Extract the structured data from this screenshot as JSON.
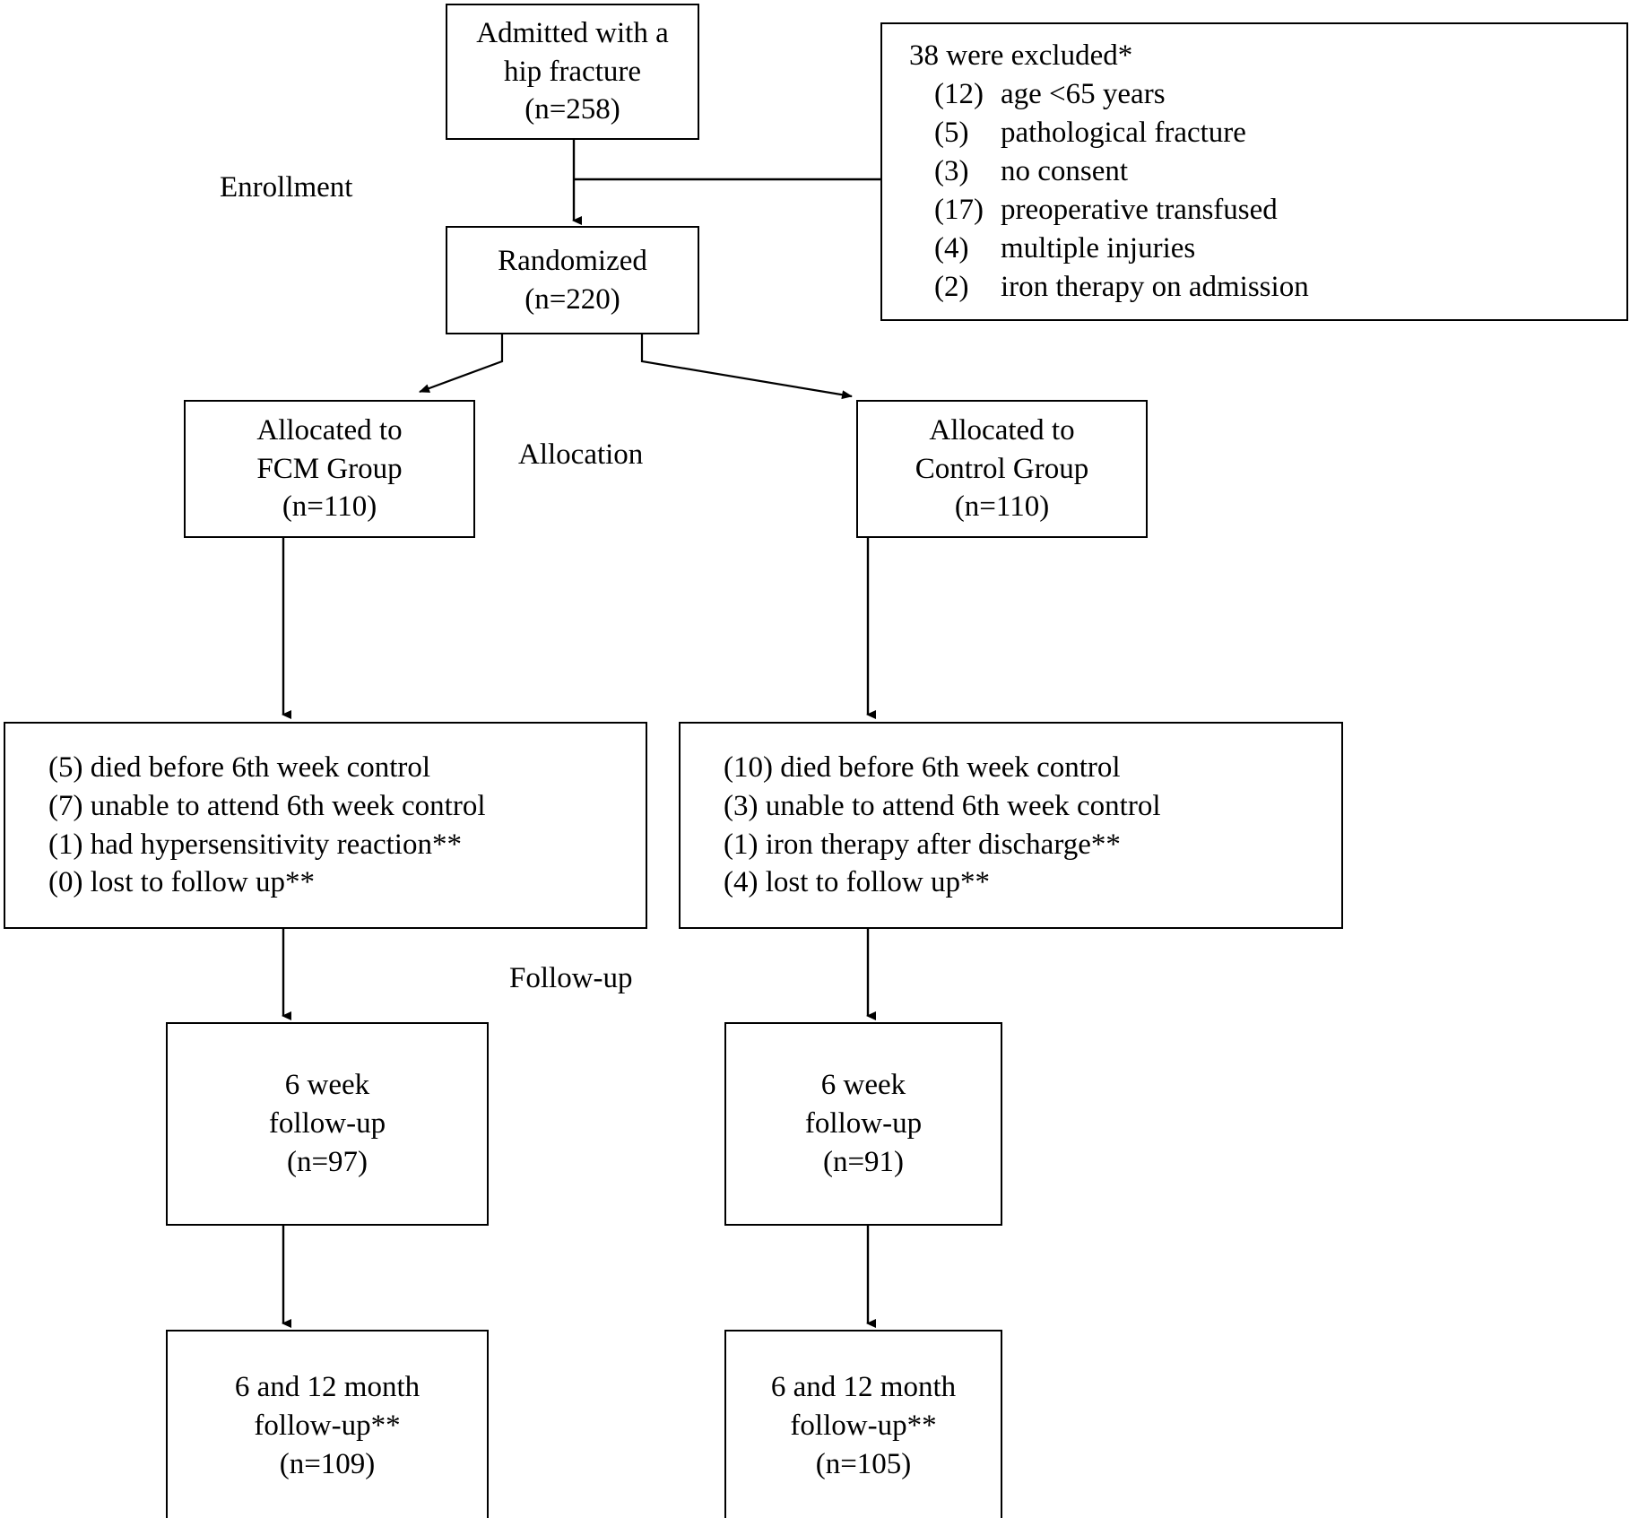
{
  "diagram": {
    "title": "CONSORT participant flow diagram",
    "stage_labels": [
      {
        "name": "enrollment",
        "text": "Enrollment"
      },
      {
        "name": "allocation",
        "text": "Allocation"
      },
      {
        "name": "followup",
        "text": "Follow-up"
      }
    ],
    "nodes": {
      "admitted": {
        "lines": [
          "Admitted with a",
          "hip fracture",
          "(n=258)"
        ]
      },
      "excluded": {
        "heading": "38 were excluded*",
        "items": [
          {
            "count": "(12)",
            "reason": "age <65 years"
          },
          {
            "count": "(5)",
            "reason": "pathological fracture"
          },
          {
            "count": "(3)",
            "reason": "no consent"
          },
          {
            "count": "(17)",
            "reason": "preoperative transfused"
          },
          {
            "count": "(4)",
            "reason": "multiple injuries"
          },
          {
            "count": "(2)",
            "reason": "iron therapy on admission"
          }
        ]
      },
      "randomized": {
        "lines": [
          "Randomized",
          "(n=220)"
        ]
      },
      "alloc_fcm": {
        "lines": [
          "Allocated to",
          "FCM Group",
          "(n=110)"
        ]
      },
      "alloc_control": {
        "lines": [
          "Allocated to",
          "Control Group",
          "(n=110)"
        ]
      },
      "loss_fcm": {
        "lines": [
          "(5) died before 6th week control",
          "(7) unable to attend 6th week control",
          "(1) had hypersensitivity reaction**",
          "(0) lost to follow up**"
        ]
      },
      "loss_control": {
        "lines": [
          "(10) died before 6th week control",
          "(3) unable to attend 6th week control",
          "(1) iron therapy after discharge**",
          "(4) lost to follow up**"
        ]
      },
      "fu6w_fcm": {
        "lines": [
          "6 week",
          "follow-up",
          "(n=97)"
        ]
      },
      "fu6w_control": {
        "lines": [
          "6 week",
          "follow-up",
          "(n=91)"
        ]
      },
      "fu612m_fcm": {
        "lines": [
          "6 and 12 month",
          "follow-up**",
          "(n=109)"
        ]
      },
      "fu612m_control": {
        "lines": [
          "6 and 12 month",
          "follow-up**",
          "(n=105)"
        ]
      }
    },
    "colors": {
      "stroke": "#000000",
      "background": "#ffffff",
      "text": "#000000"
    }
  }
}
